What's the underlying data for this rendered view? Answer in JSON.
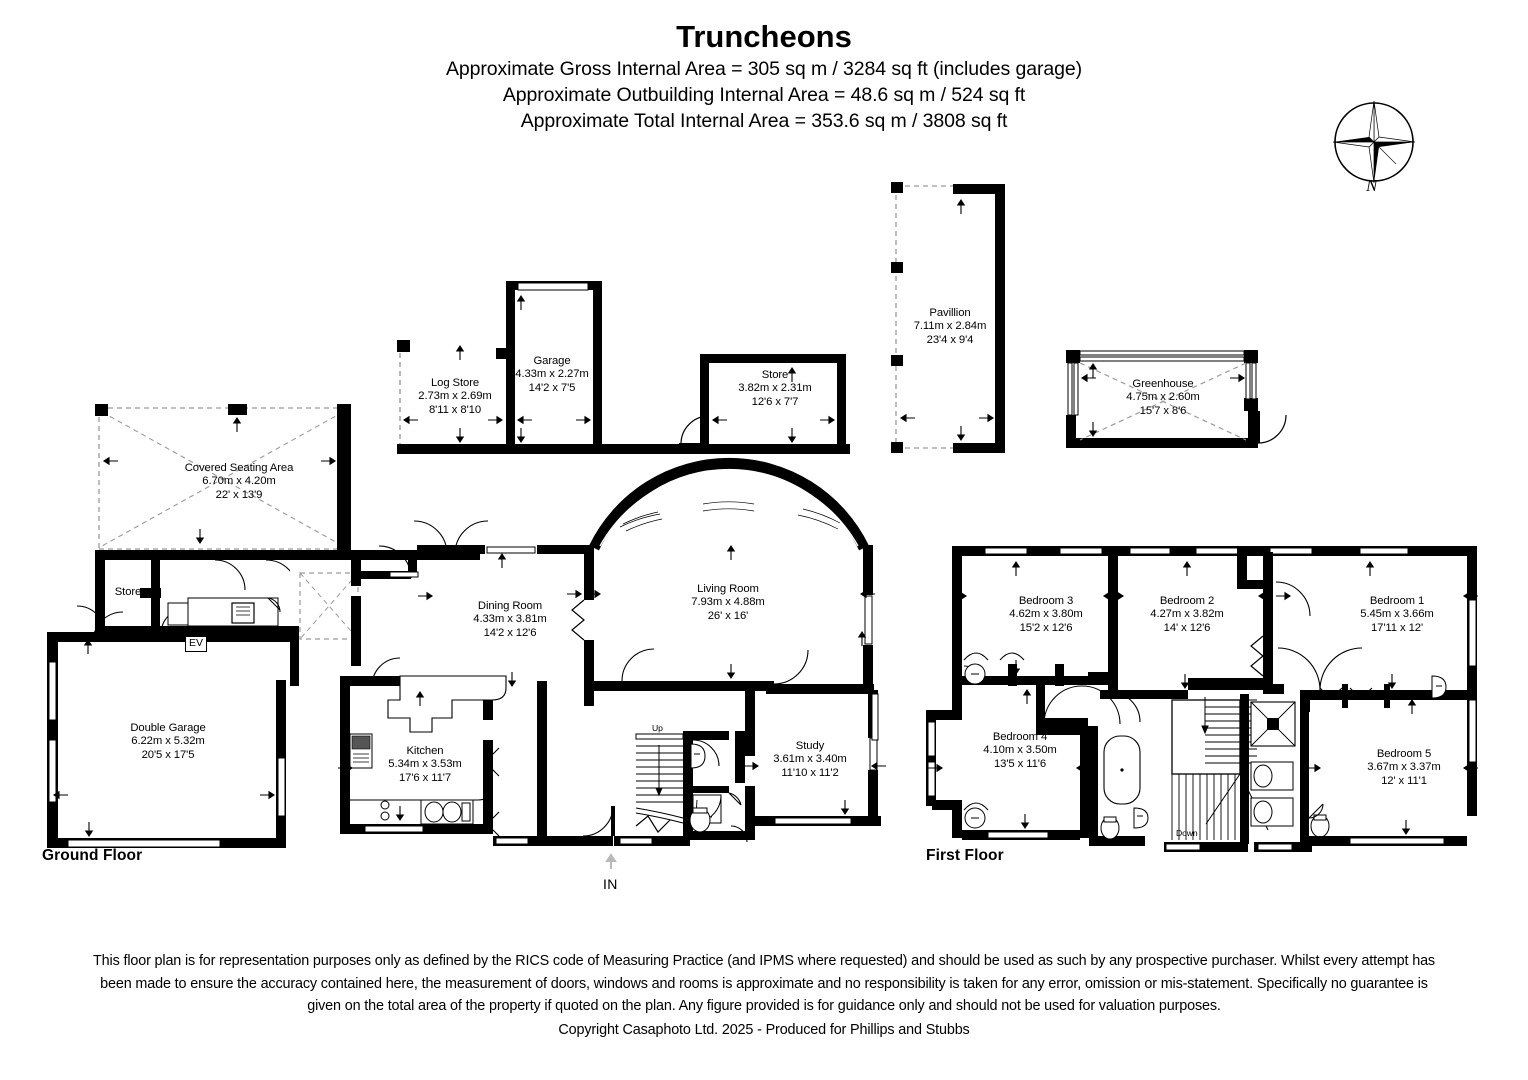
{
  "header": {
    "title": "Truncheons",
    "line1": "Approximate Gross Internal Area = 305 sq m / 3284 sq ft (includes garage)",
    "line2": "Approximate Outbuilding Internal Area = 48.6 sq m / 524 sq ft",
    "line3": "Approximate Total Internal Area = 353.6 sq m / 3808 sq ft"
  },
  "compass": {
    "north_label": "N",
    "icon": "compass-rose-icon"
  },
  "floors": {
    "ground": {
      "label": "Ground Floor"
    },
    "first": {
      "label": "First Floor"
    }
  },
  "markers": {
    "entrance": "IN",
    "stairs_up": "Up",
    "stairs_down": "Down",
    "ev_charger": "EV"
  },
  "outbuildings": [
    {
      "key": "log_store",
      "name": "Log Store",
      "metric": "2.73m x 2.69m",
      "imperial": "8'11 x 8'10"
    },
    {
      "key": "garage_outbuilding",
      "name": "Garage",
      "metric": "4.33m x 2.27m",
      "imperial": "14'2 x 7'5"
    },
    {
      "key": "store_outbuilding",
      "name": "Store",
      "metric": "3.82m x 2.31m",
      "imperial": "12'6 x 7'7"
    },
    {
      "key": "pavillion",
      "name": "Pavillion",
      "metric": "7.11m x 2.84m",
      "imperial": "23'4 x 9'4"
    },
    {
      "key": "greenhouse",
      "name": "Greenhouse",
      "metric": "4.75m x 2.60m",
      "imperial": "15'7 x 8'6"
    }
  ],
  "ground_floor_rooms": [
    {
      "key": "covered_seating_area",
      "name": "Covered Seating Area",
      "metric": "6.70m x 4.20m",
      "imperial": "22' x 13'9"
    },
    {
      "key": "store",
      "name": "Store",
      "metric": "",
      "imperial": ""
    },
    {
      "key": "double_garage",
      "name": "Double Garage",
      "metric": "6.22m x 5.32m",
      "imperial": "20'5 x 17'5"
    },
    {
      "key": "kitchen",
      "name": "Kitchen",
      "metric": "5.34m x 3.53m",
      "imperial": "17'6 x 11'7"
    },
    {
      "key": "dining_room",
      "name": "Dining Room",
      "metric": "4.33m x 3.81m",
      "imperial": "14'2 x 12'6"
    },
    {
      "key": "living_room",
      "name": "Living Room",
      "metric": "7.93m x 4.88m",
      "imperial": "26' x 16'"
    },
    {
      "key": "study",
      "name": "Study",
      "metric": "3.61m x 3.40m",
      "imperial": "11'10 x 11'2"
    }
  ],
  "first_floor_rooms": [
    {
      "key": "bedroom_3",
      "name": "Bedroom 3",
      "metric": "4.62m x 3.80m",
      "imperial": "15'2 x 12'6"
    },
    {
      "key": "bedroom_2",
      "name": "Bedroom 2",
      "metric": "4.27m x 3.82m",
      "imperial": "14' x 12'6"
    },
    {
      "key": "bedroom_1",
      "name": "Bedroom 1",
      "metric": "5.45m x 3.66m",
      "imperial": "17'11 x 12'"
    },
    {
      "key": "bedroom_4",
      "name": "Bedroom 4",
      "metric": "4.10m x 3.50m",
      "imperial": "13'5 x 11'6"
    },
    {
      "key": "bedroom_5",
      "name": "Bedroom 5",
      "metric": "3.67m x 3.37m",
      "imperial": "12' x 11'1"
    }
  ],
  "footer": {
    "disclaimer": "This floor plan is for representation purposes only as defined by the RICS code of Measuring Practice (and IPMS where requested) and should be used as such by any prospective purchaser. Whilst every attempt has been made to ensure the accuracy contained here, the measurement of doors, windows and rooms is approximate and no responsibility is taken for any error, omission or mis-statement. Specifically no guarantee is given on the total area of the property if quoted on the plan. Any figure provided is for guidance only and should not be used for valuation purposes.",
    "copyright": "Copyright Casaphoto Ltd. 2025 - Produced for Phillips and Stubbs"
  },
  "colors": {
    "wall": "#000000",
    "background": "#ffffff",
    "dashed": "#9a9a9a",
    "fixture": "#000000"
  }
}
